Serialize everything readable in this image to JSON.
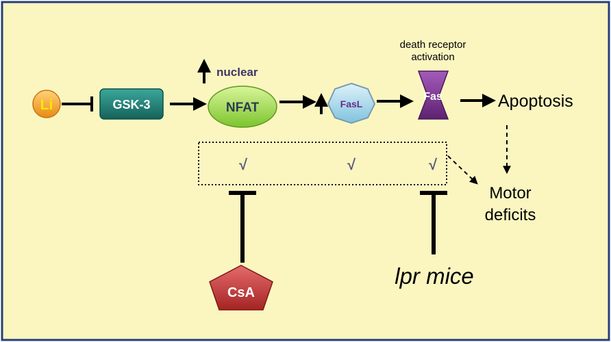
{
  "nodes": {
    "li": "Li",
    "gsk3": "GSK-3",
    "nfat": "NFAT",
    "fasl": "FasL",
    "fas": "Fas",
    "apoptosis": "Apoptosis",
    "motor_line1": "Motor",
    "motor_line2": "deficits",
    "csa": "CsA",
    "lpr": "lpr mice"
  },
  "annotations": {
    "nuclear": "nuclear",
    "death_receptor_line1": "death receptor",
    "death_receptor_line2": "activation",
    "check1": "√",
    "check2": "√",
    "check3": "√"
  },
  "colors": {
    "background": "#fbf6c0",
    "border": "#243f7a",
    "li_fill": "#f2a12c",
    "li_text": "#ffe600",
    "gsk3_fill": "#1f7a72",
    "nfat_fill": "#9ed84a",
    "fasl_fill": "#9fd5ea",
    "fasl_text": "#6b2c88",
    "fas_fill": "#7a3590",
    "csa_fill": "#c63b3b",
    "check_color": "#5a5a7a"
  }
}
